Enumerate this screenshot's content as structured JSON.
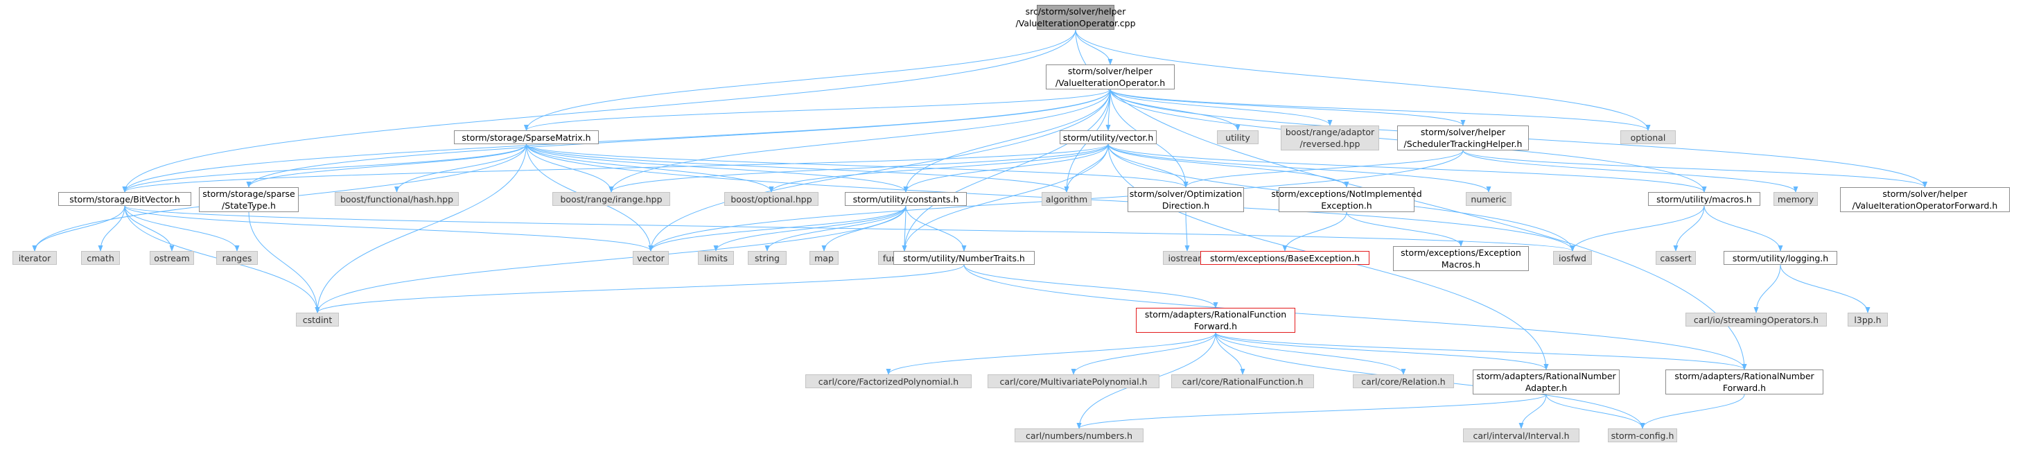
{
  "colors": {
    "edge": "#63b8ff",
    "edge_dark": "#4a90c8",
    "red_border": "#e31a1c",
    "root_fill": "#a6a6a6",
    "ext_fill": "#e0e0e0"
  },
  "nodes": [
    {
      "id": "root",
      "lines": [
        "src/storm/solver/helper",
        "/ValueIterationOperator.cpp"
      ],
      "kind": "root"
    },
    {
      "id": "vio_h",
      "lines": [
        "storm/solver/helper",
        "/ValueIterationOperator.h"
      ],
      "kind": "doc"
    },
    {
      "id": "sparse",
      "lines": [
        "storm/storage/SparseMatrix.h"
      ],
      "kind": "doc"
    },
    {
      "id": "utility_vector",
      "lines": [
        "storm/utility/vector.h"
      ],
      "kind": "doc"
    },
    {
      "id": "utility",
      "lines": [
        "utility"
      ],
      "kind": "ext"
    },
    {
      "id": "reversed",
      "lines": [
        "boost/range/adaptor",
        "/reversed.hpp"
      ],
      "kind": "ext"
    },
    {
      "id": "sched",
      "lines": [
        "storm/solver/helper",
        "/SchedulerTrackingHelper.h"
      ],
      "kind": "doc"
    },
    {
      "id": "optional",
      "lines": [
        "optional"
      ],
      "kind": "ext"
    },
    {
      "id": "bitvector",
      "lines": [
        "storm/storage/BitVector.h"
      ],
      "kind": "doc"
    },
    {
      "id": "statetype",
      "lines": [
        "storm/storage/sparse",
        "/StateType.h"
      ],
      "kind": "doc"
    },
    {
      "id": "hash",
      "lines": [
        "boost/functional/hash.hpp"
      ],
      "kind": "ext"
    },
    {
      "id": "irange",
      "lines": [
        "boost/range/irange.hpp"
      ],
      "kind": "ext"
    },
    {
      "id": "boostopt",
      "lines": [
        "boost/optional.hpp"
      ],
      "kind": "ext"
    },
    {
      "id": "constants",
      "lines": [
        "storm/utility/constants.h"
      ],
      "kind": "doc"
    },
    {
      "id": "algorithm",
      "lines": [
        "algorithm"
      ],
      "kind": "ext"
    },
    {
      "id": "optdir",
      "lines": [
        "storm/solver/Optimization",
        "Direction.h"
      ],
      "kind": "doc"
    },
    {
      "id": "notimpl",
      "lines": [
        "storm/exceptions/NotImplemented",
        "Exception.h"
      ],
      "kind": "doc"
    },
    {
      "id": "numeric",
      "lines": [
        "numeric"
      ],
      "kind": "ext"
    },
    {
      "id": "macros",
      "lines": [
        "storm/utility/macros.h"
      ],
      "kind": "doc"
    },
    {
      "id": "memory",
      "lines": [
        "memory"
      ],
      "kind": "ext"
    },
    {
      "id": "viofwd",
      "lines": [
        "storm/solver/helper",
        "/ValueIterationOperatorForward.h"
      ],
      "kind": "doc"
    },
    {
      "id": "iterator",
      "lines": [
        "iterator"
      ],
      "kind": "ext"
    },
    {
      "id": "cmath",
      "lines": [
        "cmath"
      ],
      "kind": "ext"
    },
    {
      "id": "ostream",
      "lines": [
        "ostream"
      ],
      "kind": "ext"
    },
    {
      "id": "ranges",
      "lines": [
        "ranges"
      ],
      "kind": "ext"
    },
    {
      "id": "vector",
      "lines": [
        "vector"
      ],
      "kind": "ext"
    },
    {
      "id": "limits",
      "lines": [
        "limits"
      ],
      "kind": "ext"
    },
    {
      "id": "string",
      "lines": [
        "string"
      ],
      "kind": "ext"
    },
    {
      "id": "map",
      "lines": [
        "map"
      ],
      "kind": "ext"
    },
    {
      "id": "functional",
      "lines": [
        "functional"
      ],
      "kind": "ext"
    },
    {
      "id": "iostream",
      "lines": [
        "iostream"
      ],
      "kind": "ext"
    },
    {
      "id": "baseexc",
      "lines": [
        "storm/exceptions/BaseException.h"
      ],
      "kind": "red"
    },
    {
      "id": "excmacros",
      "lines": [
        "storm/exceptions/Exception",
        "Macros.h"
      ],
      "kind": "doc"
    },
    {
      "id": "iosfwd",
      "lines": [
        "iosfwd"
      ],
      "kind": "ext"
    },
    {
      "id": "cassert",
      "lines": [
        "cassert"
      ],
      "kind": "ext"
    },
    {
      "id": "logging",
      "lines": [
        "storm/utility/logging.h"
      ],
      "kind": "doc"
    },
    {
      "id": "numtraits",
      "lines": [
        "storm/utility/NumberTraits.h"
      ],
      "kind": "doc"
    },
    {
      "id": "cstdint",
      "lines": [
        "cstdint"
      ],
      "kind": "ext"
    },
    {
      "id": "streamops",
      "lines": [
        "carl/io/streamingOperators.h"
      ],
      "kind": "ext"
    },
    {
      "id": "l3pp",
      "lines": [
        "l3pp.h"
      ],
      "kind": "ext"
    },
    {
      "id": "ratfuncfwd",
      "lines": [
        "storm/adapters/RationalFunction",
        "Forward.h"
      ],
      "kind": "red"
    },
    {
      "id": "factpoly",
      "lines": [
        "carl/core/FactorizedPolynomial.h"
      ],
      "kind": "ext"
    },
    {
      "id": "multipoly",
      "lines": [
        "carl/core/MultivariatePolynomial.h"
      ],
      "kind": "ext"
    },
    {
      "id": "ratfunc",
      "lines": [
        "carl/core/RationalFunction.h"
      ],
      "kind": "ext"
    },
    {
      "id": "relation",
      "lines": [
        "carl/core/Relation.h"
      ],
      "kind": "ext"
    },
    {
      "id": "ratnumadapter",
      "lines": [
        "storm/adapters/RationalNumber",
        "Adapter.h"
      ],
      "kind": "doc"
    },
    {
      "id": "ratnumfwd",
      "lines": [
        "storm/adapters/RationalNumber",
        "Forward.h"
      ],
      "kind": "doc"
    },
    {
      "id": "numbers",
      "lines": [
        "carl/numbers/numbers.h"
      ],
      "kind": "ext"
    },
    {
      "id": "interval",
      "lines": [
        "carl/interval/Interval.h"
      ],
      "kind": "ext"
    },
    {
      "id": "stormconfig",
      "lines": [
        "storm-config.h"
      ],
      "kind": "ext"
    }
  ],
  "edges": [
    [
      "root",
      "vio_h"
    ],
    [
      "root",
      "sparse"
    ],
    [
      "root",
      "bitvector"
    ],
    [
      "root",
      "optional"
    ],
    [
      "root",
      "ratnumfwd"
    ],
    [
      "vio_h",
      "sparse"
    ],
    [
      "vio_h",
      "utility_vector"
    ],
    [
      "vio_h",
      "utility"
    ],
    [
      "vio_h",
      "reversed"
    ],
    [
      "vio_h",
      "sched"
    ],
    [
      "vio_h",
      "optional"
    ],
    [
      "vio_h",
      "viofwd"
    ],
    [
      "vio_h",
      "bitvector"
    ],
    [
      "vio_h",
      "statetype"
    ],
    [
      "vio_h",
      "irange"
    ],
    [
      "vio_h",
      "constants"
    ],
    [
      "vio_h",
      "algorithm"
    ],
    [
      "vio_h",
      "optdir"
    ],
    [
      "vio_h",
      "vector"
    ],
    [
      "vio_h",
      "functional"
    ],
    [
      "vio_h",
      "macros"
    ],
    [
      "sparse",
      "bitvector"
    ],
    [
      "sparse",
      "statetype"
    ],
    [
      "sparse",
      "hash"
    ],
    [
      "sparse",
      "irange"
    ],
    [
      "sparse",
      "boostopt"
    ],
    [
      "sparse",
      "constants"
    ],
    [
      "sparse",
      "algorithm"
    ],
    [
      "sparse",
      "optdir"
    ],
    [
      "sparse",
      "iterator"
    ],
    [
      "sparse",
      "vector"
    ],
    [
      "sparse",
      "cstdint"
    ],
    [
      "sparse",
      "iosfwd"
    ],
    [
      "utility_vector",
      "bitvector"
    ],
    [
      "utility_vector",
      "constants"
    ],
    [
      "utility_vector",
      "algorithm"
    ],
    [
      "utility_vector",
      "optdir"
    ],
    [
      "utility_vector",
      "notimpl"
    ],
    [
      "utility_vector",
      "numeric"
    ],
    [
      "utility_vector",
      "macros"
    ],
    [
      "utility_vector",
      "irange"
    ],
    [
      "utility_vector",
      "boostopt"
    ],
    [
      "utility_vector",
      "functional"
    ],
    [
      "utility_vector",
      "iosfwd"
    ],
    [
      "utility_vector",
      "ratnumadapter"
    ],
    [
      "sched",
      "optdir"
    ],
    [
      "sched",
      "memory"
    ],
    [
      "sched",
      "viofwd"
    ],
    [
      "sched",
      "vector"
    ],
    [
      "bitvector",
      "iterator"
    ],
    [
      "bitvector",
      "cmath"
    ],
    [
      "bitvector",
      "ostream"
    ],
    [
      "bitvector",
      "ranges"
    ],
    [
      "bitvector",
      "vector"
    ],
    [
      "bitvector",
      "cstdint"
    ],
    [
      "bitvector",
      "iosfwd"
    ],
    [
      "statetype",
      "cstdint"
    ],
    [
      "constants",
      "vector"
    ],
    [
      "constants",
      "limits"
    ],
    [
      "constants",
      "string"
    ],
    [
      "constants",
      "map"
    ],
    [
      "constants",
      "functional"
    ],
    [
      "constants",
      "numtraits"
    ],
    [
      "constants",
      "cstdint"
    ],
    [
      "optdir",
      "iostream"
    ],
    [
      "notimpl",
      "baseexc"
    ],
    [
      "notimpl",
      "excmacros"
    ],
    [
      "macros",
      "iosfwd"
    ],
    [
      "macros",
      "cassert"
    ],
    [
      "macros",
      "logging"
    ],
    [
      "logging",
      "streamops"
    ],
    [
      "logging",
      "l3pp"
    ],
    [
      "numtraits",
      "cstdint"
    ],
    [
      "numtraits",
      "ratfuncfwd"
    ],
    [
      "numtraits",
      "ratnumfwd"
    ],
    [
      "ratfuncfwd",
      "factpoly"
    ],
    [
      "ratfuncfwd",
      "multipoly"
    ],
    [
      "ratfuncfwd",
      "ratfunc"
    ],
    [
      "ratfuncfwd",
      "relation"
    ],
    [
      "ratfuncfwd",
      "ratnumadapter"
    ],
    [
      "ratfuncfwd",
      "ratnumfwd"
    ],
    [
      "ratfuncfwd",
      "numbers"
    ],
    [
      "ratfuncfwd",
      "stormconfig"
    ],
    [
      "ratnumadapter",
      "numbers"
    ],
    [
      "ratnumadapter",
      "interval"
    ],
    [
      "ratnumadapter",
      "stormconfig"
    ],
    [
      "ratnumfwd",
      "stormconfig"
    ]
  ]
}
